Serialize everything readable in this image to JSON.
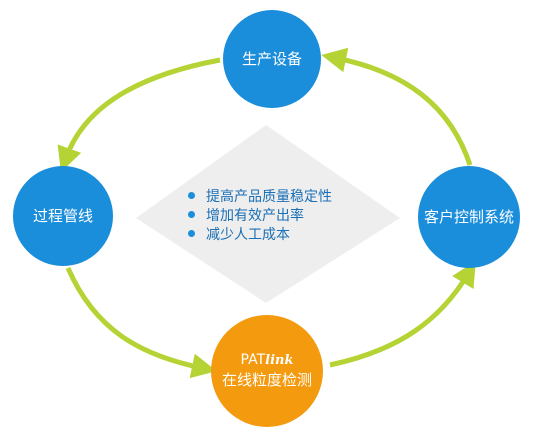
{
  "nodes": {
    "top": {
      "label": "生产设备"
    },
    "left": {
      "label": "过程管线"
    },
    "right": {
      "label": "客户控制系统"
    },
    "bottom": {
      "brand_prefix": "PAT",
      "brand_suffix": "link",
      "label": "在线粒度检测"
    }
  },
  "benefits": [
    "提高产品质量稳定性",
    "增加有效产出率",
    "减少人工成本"
  ],
  "colors": {
    "node_blue": "#1a8ddb",
    "node_orange": "#f39a0e",
    "arrow_green": "#b5d334",
    "diamond_gray": "#eeeeee",
    "benefit_text": "#1a6fb5"
  },
  "icons": [
    "cycle-arrow-icon"
  ]
}
